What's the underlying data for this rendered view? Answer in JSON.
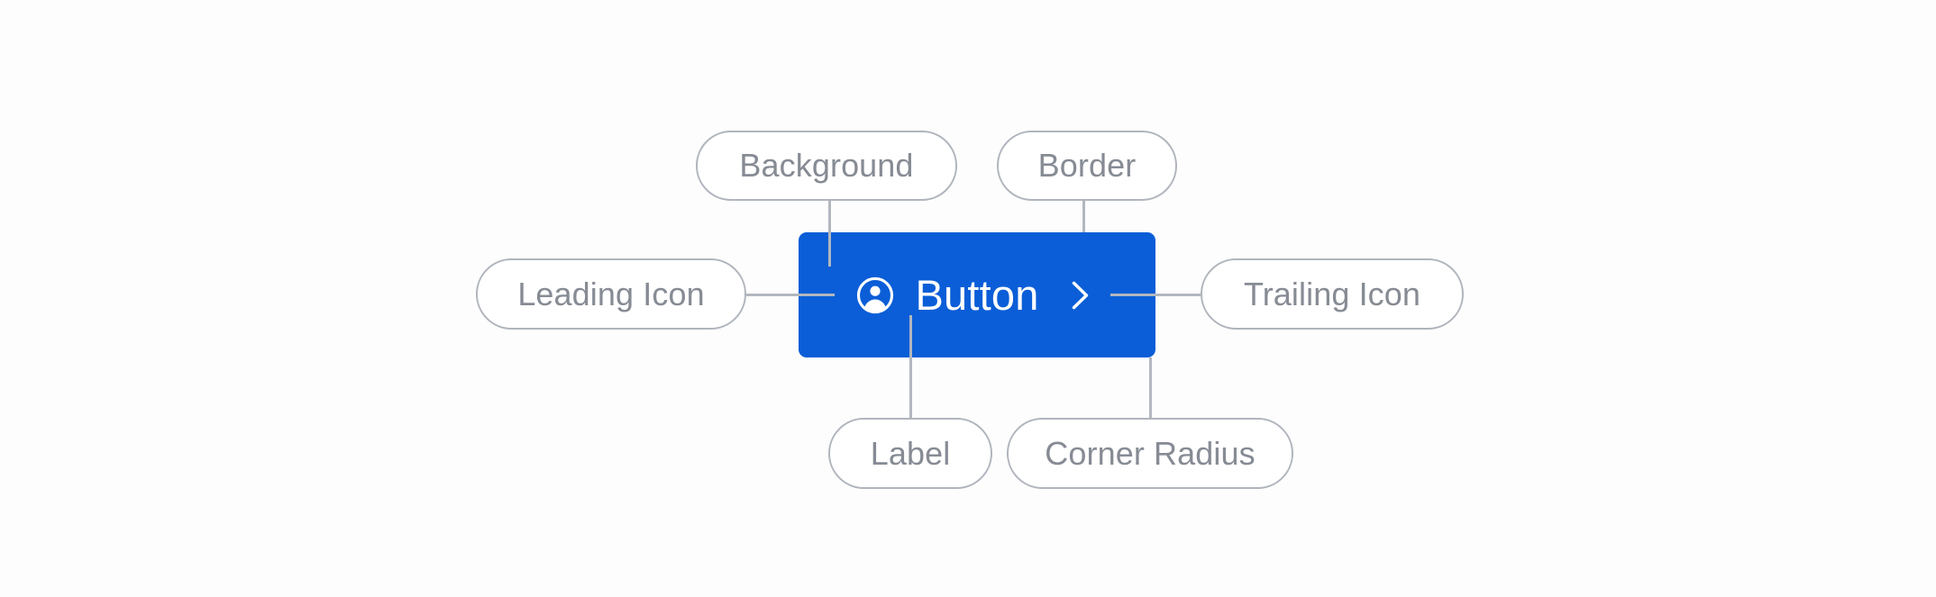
{
  "diagram": {
    "title": "Button anatomy annotation diagram",
    "background_color": "#fdfdfd",
    "connector_color": "#b2b7bf",
    "pill": {
      "fill": "#ffffff",
      "border_color": "#b0b5bd",
      "text_color": "#868b94"
    }
  },
  "button": {
    "label": "Button",
    "background_color": "#0B5ED7",
    "text_color": "#ffffff",
    "corner_radius": "9px",
    "leading_icon": "account-circle-icon",
    "trailing_icon": "chevron-right-icon"
  },
  "annotations": [
    {
      "id": "background",
      "label": "Background",
      "position": "top-left"
    },
    {
      "id": "border",
      "label": "Border",
      "position": "top-right"
    },
    {
      "id": "leading-icon",
      "label": "Leading Icon",
      "position": "left"
    },
    {
      "id": "trailing-icon",
      "label": "Trailing Icon",
      "position": "right"
    },
    {
      "id": "label",
      "label": "Label",
      "position": "bottom-left"
    },
    {
      "id": "corner-radius",
      "label": "Corner Radius",
      "position": "bottom-right"
    }
  ]
}
